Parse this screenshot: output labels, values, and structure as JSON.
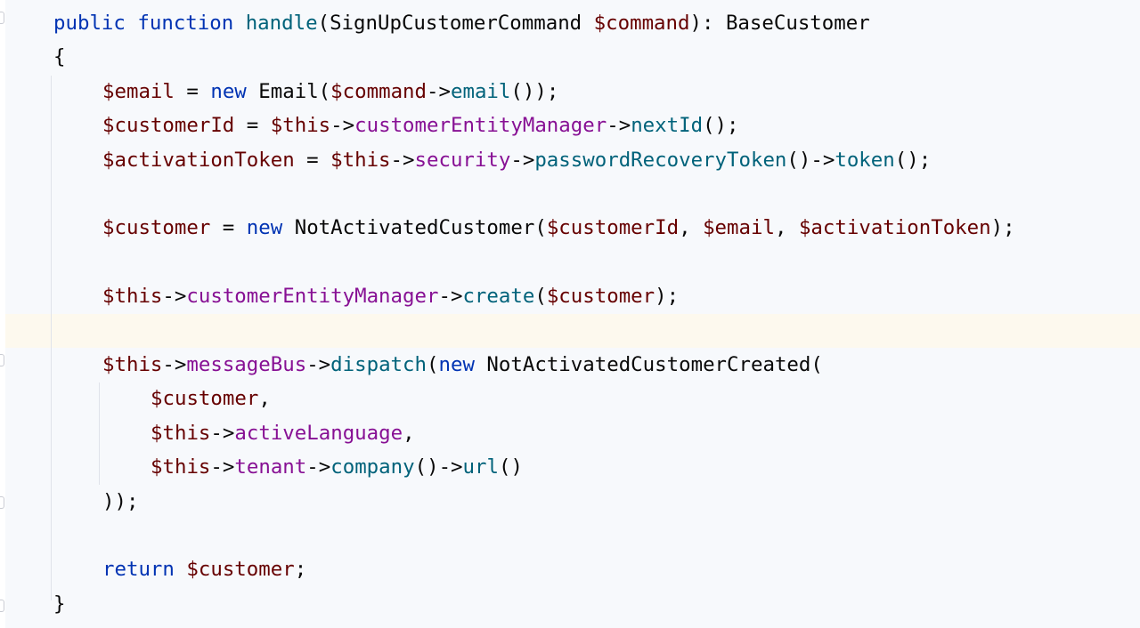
{
  "editor": {
    "language": "PHP",
    "colors": {
      "background": "#f7f9fc",
      "current_line": "#fdf9ee",
      "keyword": "#0033b3",
      "function": "#00627a",
      "property": "#871094",
      "variable": "#660000",
      "text": "#080808"
    },
    "lines": [
      {
        "indent": 1,
        "tokens": [
          {
            "t": "public",
            "c": "kw"
          },
          {
            "t": " ",
            "c": "plain"
          },
          {
            "t": "function",
            "c": "kw"
          },
          {
            "t": " ",
            "c": "plain"
          },
          {
            "t": "handle",
            "c": "fn"
          },
          {
            "t": "(SignUpCustomerCommand ",
            "c": "plain"
          },
          {
            "t": "$command",
            "c": "php"
          },
          {
            "t": "): BaseCustomer",
            "c": "plain"
          }
        ]
      },
      {
        "indent": 1,
        "tokens": [
          {
            "t": "{",
            "c": "plain"
          }
        ]
      },
      {
        "indent": 2,
        "tokens": [
          {
            "t": "$email",
            "c": "php"
          },
          {
            "t": " = ",
            "c": "plain"
          },
          {
            "t": "new",
            "c": "kw"
          },
          {
            "t": " Email(",
            "c": "plain"
          },
          {
            "t": "$command",
            "c": "php"
          },
          {
            "t": "->",
            "c": "plain"
          },
          {
            "t": "email",
            "c": "fn"
          },
          {
            "t": "());",
            "c": "plain"
          }
        ]
      },
      {
        "indent": 2,
        "tokens": [
          {
            "t": "$customerId",
            "c": "php"
          },
          {
            "t": " = ",
            "c": "plain"
          },
          {
            "t": "$this",
            "c": "php"
          },
          {
            "t": "->",
            "c": "plain"
          },
          {
            "t": "customerEntityManager",
            "c": "var"
          },
          {
            "t": "->",
            "c": "plain"
          },
          {
            "t": "nextId",
            "c": "fn"
          },
          {
            "t": "();",
            "c": "plain"
          }
        ]
      },
      {
        "indent": 2,
        "tokens": [
          {
            "t": "$activationToken",
            "c": "php"
          },
          {
            "t": " = ",
            "c": "plain"
          },
          {
            "t": "$this",
            "c": "php"
          },
          {
            "t": "->",
            "c": "plain"
          },
          {
            "t": "security",
            "c": "var"
          },
          {
            "t": "->",
            "c": "plain"
          },
          {
            "t": "passwordRecoveryToken",
            "c": "fn"
          },
          {
            "t": "()->",
            "c": "plain"
          },
          {
            "t": "token",
            "c": "fn"
          },
          {
            "t": "();",
            "c": "plain"
          }
        ]
      },
      {
        "indent": 2,
        "tokens": []
      },
      {
        "indent": 2,
        "tokens": [
          {
            "t": "$customer",
            "c": "php"
          },
          {
            "t": " = ",
            "c": "plain"
          },
          {
            "t": "new",
            "c": "kw"
          },
          {
            "t": " NotActivatedCustomer(",
            "c": "plain"
          },
          {
            "t": "$customerId",
            "c": "php"
          },
          {
            "t": ", ",
            "c": "plain"
          },
          {
            "t": "$email",
            "c": "php"
          },
          {
            "t": ", ",
            "c": "plain"
          },
          {
            "t": "$activationToken",
            "c": "php"
          },
          {
            "t": ");",
            "c": "plain"
          }
        ]
      },
      {
        "indent": 2,
        "tokens": []
      },
      {
        "indent": 2,
        "tokens": [
          {
            "t": "$this",
            "c": "php"
          },
          {
            "t": "->",
            "c": "plain"
          },
          {
            "t": "customerEntityManager",
            "c": "var"
          },
          {
            "t": "->",
            "c": "plain"
          },
          {
            "t": "create",
            "c": "fn"
          },
          {
            "t": "(",
            "c": "plain"
          },
          {
            "t": "$customer",
            "c": "php"
          },
          {
            "t": ");",
            "c": "plain"
          }
        ]
      },
      {
        "indent": 2,
        "tokens": [],
        "current": true
      },
      {
        "indent": 2,
        "tokens": [
          {
            "t": "$this",
            "c": "php"
          },
          {
            "t": "->",
            "c": "plain"
          },
          {
            "t": "messageBus",
            "c": "var"
          },
          {
            "t": "->",
            "c": "plain"
          },
          {
            "t": "dispatch",
            "c": "fn"
          },
          {
            "t": "(",
            "c": "plain"
          },
          {
            "t": "new",
            "c": "kw"
          },
          {
            "t": " NotActivatedCustomerCreated(",
            "c": "plain"
          }
        ]
      },
      {
        "indent": 3,
        "tokens": [
          {
            "t": "$customer",
            "c": "php"
          },
          {
            "t": ",",
            "c": "plain"
          }
        ]
      },
      {
        "indent": 3,
        "tokens": [
          {
            "t": "$this",
            "c": "php"
          },
          {
            "t": "->",
            "c": "plain"
          },
          {
            "t": "activeLanguage",
            "c": "var"
          },
          {
            "t": ",",
            "c": "plain"
          }
        ]
      },
      {
        "indent": 3,
        "tokens": [
          {
            "t": "$this",
            "c": "php"
          },
          {
            "t": "->",
            "c": "plain"
          },
          {
            "t": "tenant",
            "c": "var"
          },
          {
            "t": "->",
            "c": "plain"
          },
          {
            "t": "company",
            "c": "fn"
          },
          {
            "t": "()->",
            "c": "plain"
          },
          {
            "t": "url",
            "c": "fn"
          },
          {
            "t": "()",
            "c": "plain"
          }
        ]
      },
      {
        "indent": 2,
        "tokens": [
          {
            "t": "));",
            "c": "plain"
          }
        ]
      },
      {
        "indent": 2,
        "tokens": []
      },
      {
        "indent": 2,
        "tokens": [
          {
            "t": "return",
            "c": "kw"
          },
          {
            "t": " ",
            "c": "plain"
          },
          {
            "t": "$customer",
            "c": "php"
          },
          {
            "t": ";",
            "c": "plain"
          }
        ]
      },
      {
        "indent": 1,
        "tokens": [
          {
            "t": "}",
            "c": "plain"
          }
        ]
      }
    ]
  }
}
